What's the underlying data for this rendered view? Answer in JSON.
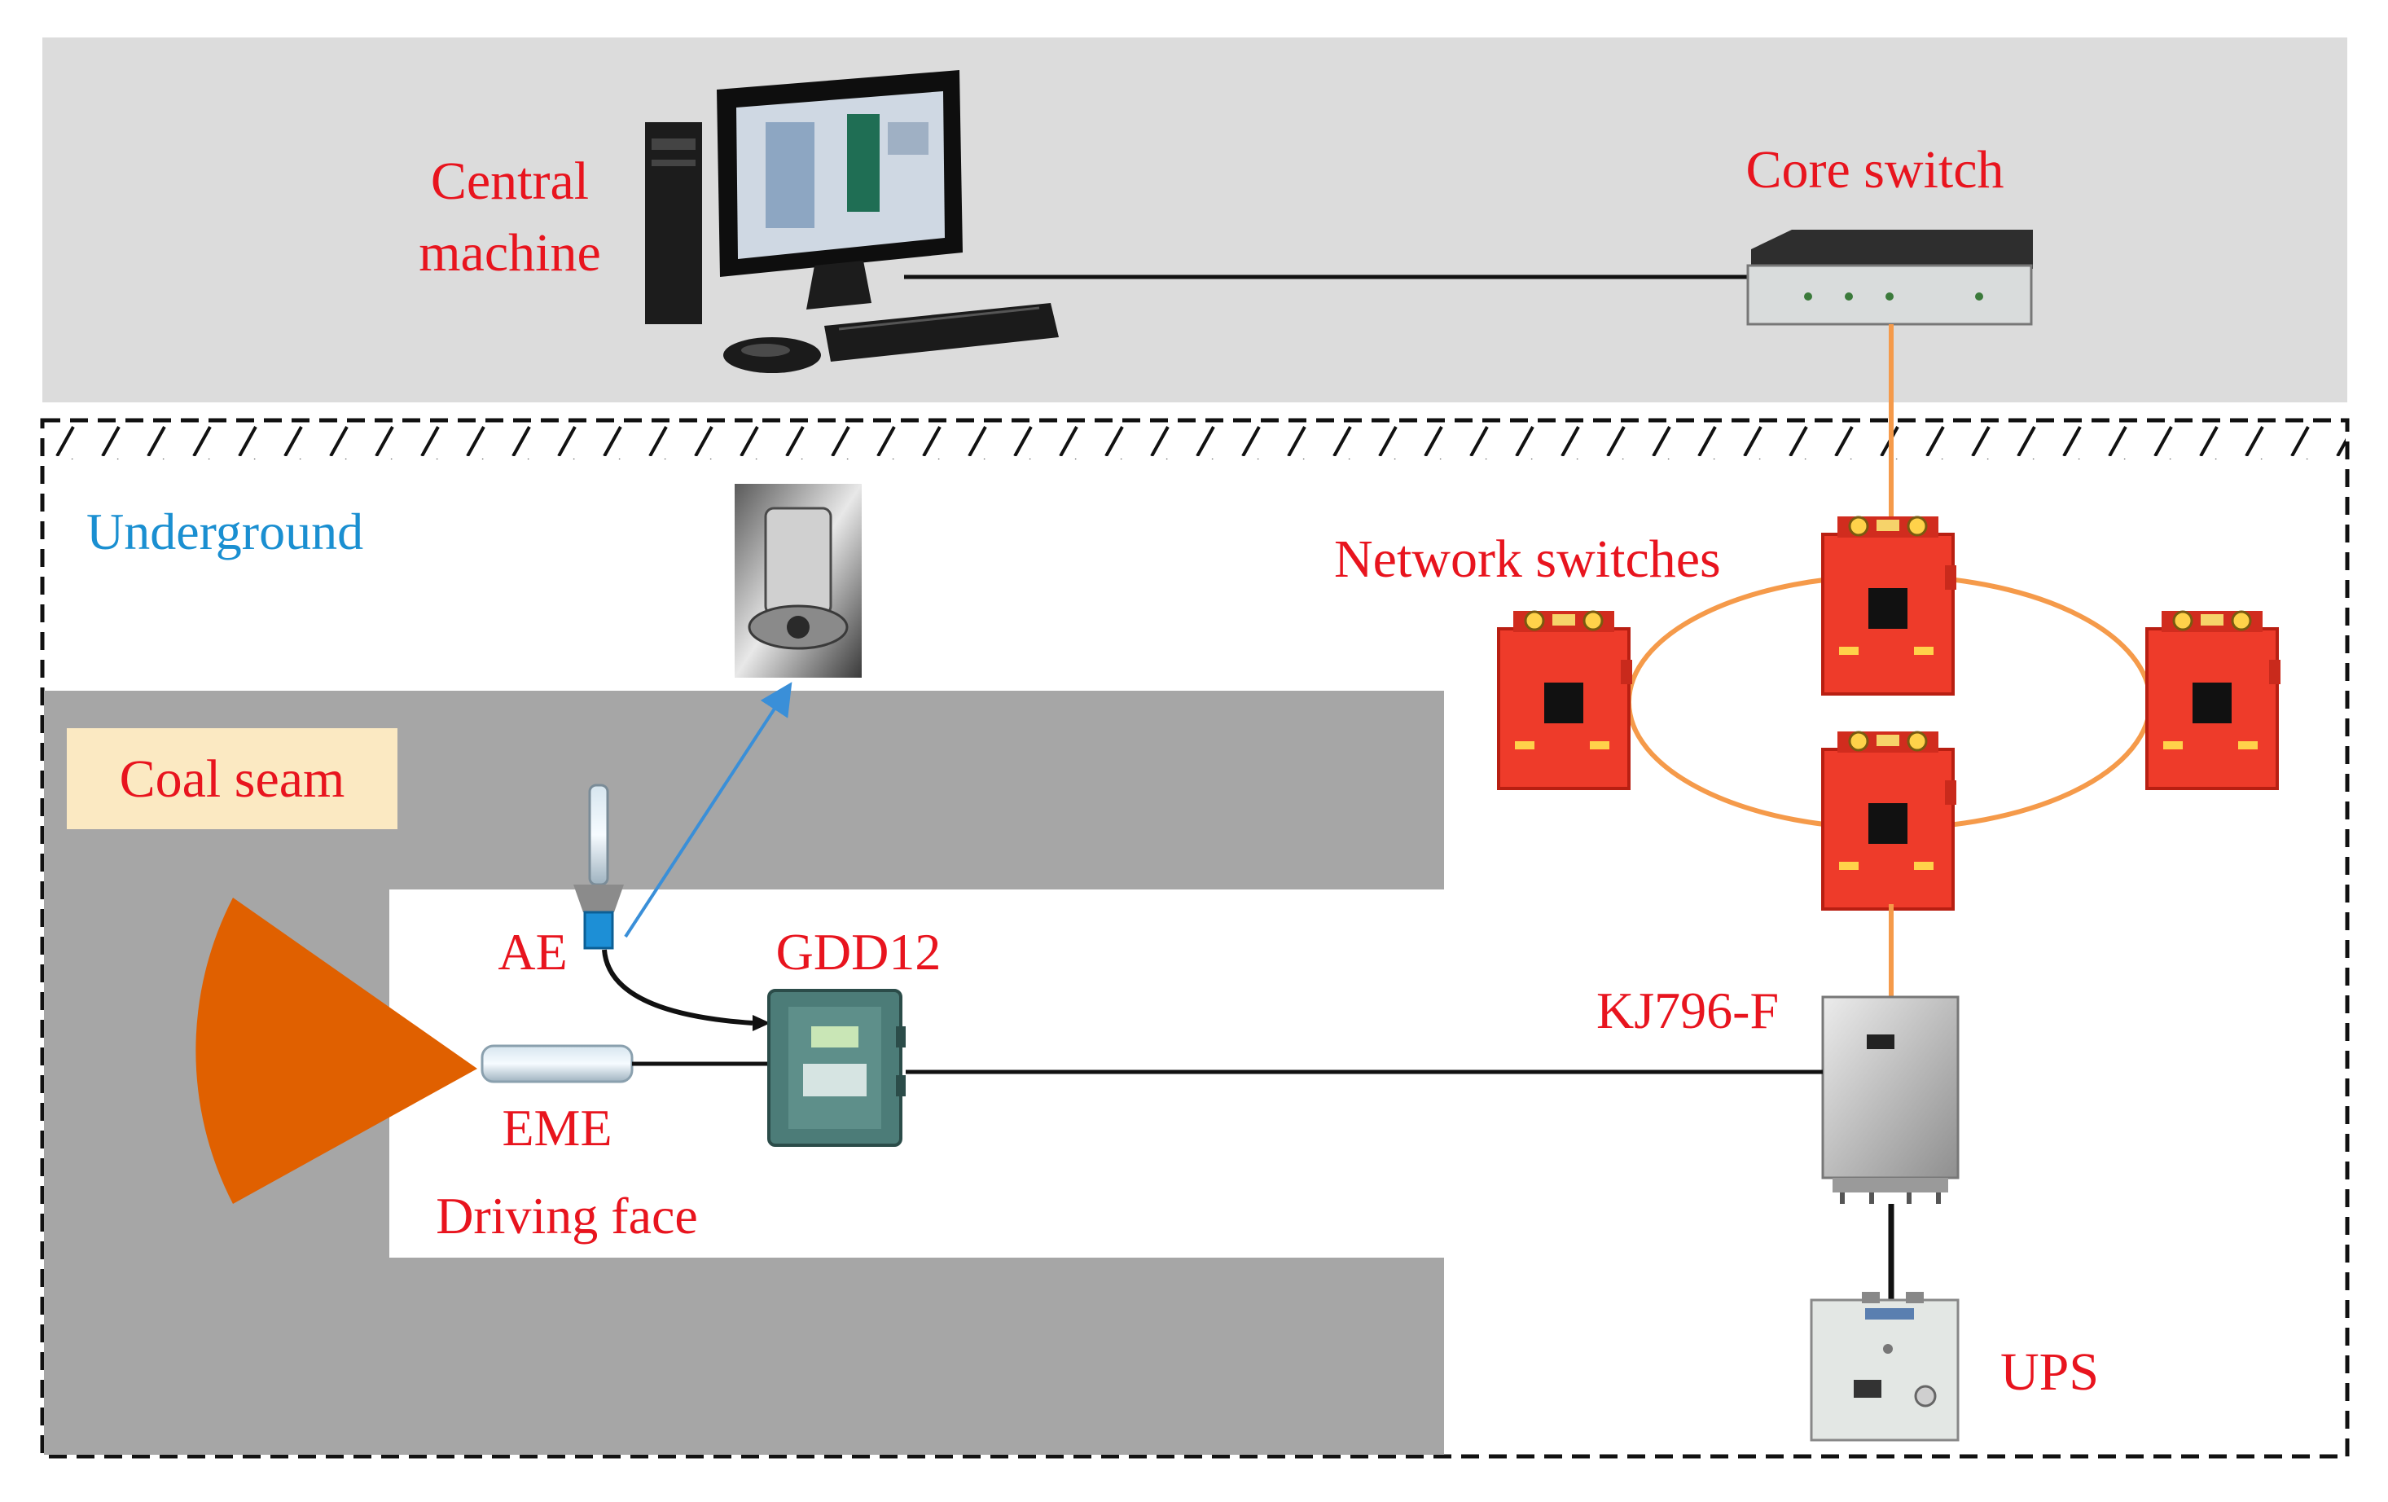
{
  "labels": {
    "central_machine_line1": "Central",
    "central_machine_line2": "machine",
    "core_switch": "Core switch",
    "underground": "Underground",
    "network_switches": "Network switches",
    "coal_seam": "Coal seam",
    "ae": "AE",
    "gdd12": "GDD12",
    "eme": "EME",
    "driving_face": "Driving face",
    "kj796f": "KJ796-F",
    "ups": "UPS"
  },
  "colors": {
    "surface_band": "#dcdcdc",
    "coal_rock": "#a6a6a6",
    "label_red": "#e8141e",
    "underground_blue": "#1a8fd1",
    "coal_seam_box": "#fbe9c2",
    "fiber_orange": "#f59a4a",
    "cutter_orange": "#e06000",
    "switch_red": "#ee3b2a",
    "gdd12_teal": "#4c7c78",
    "signal_blue": "#3a8fd8"
  }
}
